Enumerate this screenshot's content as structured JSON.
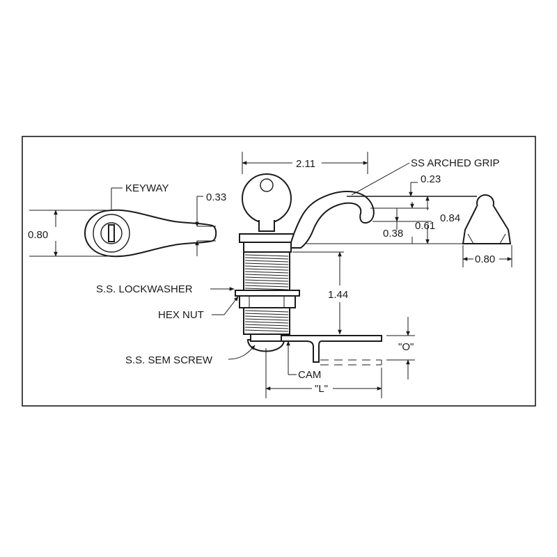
{
  "labels": {
    "keyway": "KEYWAY",
    "lockwasher": "S.S. LOCKWASHER",
    "hex_nut": "HEX NUT",
    "sem_screw": "S.S. SEM SCREW",
    "cam": "CAM",
    "arched_grip": "SS ARCHED GRIP"
  },
  "dimensions": {
    "overall_length": "2.11",
    "grip_height_front": "0.80",
    "grip_tip": "0.33",
    "grip_top": "0.23",
    "grip_height_side": "0.84",
    "grip_mid": "0.61",
    "grip_low": "0.38",
    "grip_width": "0.80",
    "body_length": "1.44",
    "offset": "\"O\"",
    "cam_length": "\"L\""
  },
  "colors": {
    "line": "#1a1a1a",
    "background": "#ffffff"
  }
}
